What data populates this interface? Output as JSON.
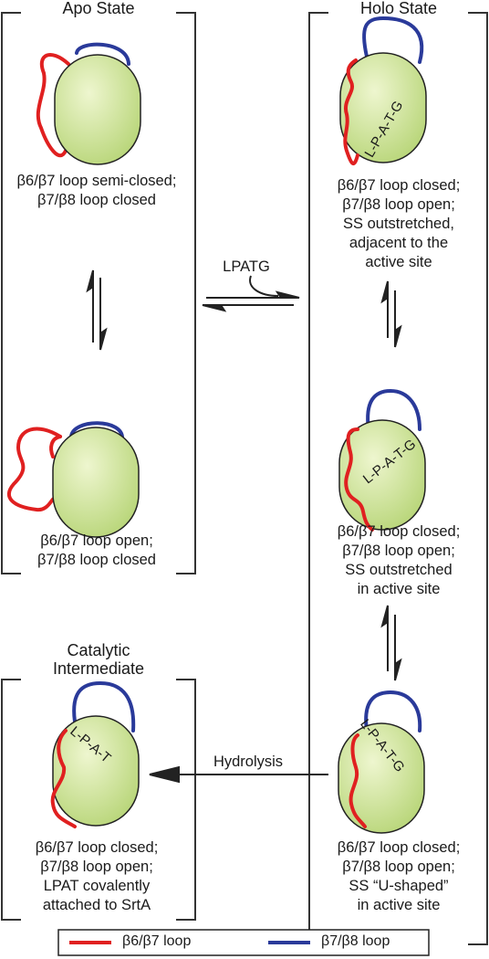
{
  "titles": {
    "apo": "Apo State",
    "holo": "Holo State",
    "catalytic": "Catalytic\nIntermediate"
  },
  "captions": {
    "apo1": "β6/β7 loop semi-closed;\nβ7/β8 loop closed",
    "apo2": "β6/β7 loop open;\nβ7/β8 loop closed",
    "holo1": "β6/β7 loop closed;\nβ7/β8 loop open;\nSS outstretched,\nadjacent to the\nactive site",
    "holo2": "β6/β7 loop closed;\nβ7/β8 loop open;\nSS outstretched\nin active site",
    "holo3": "β6/β7 loop closed;\nβ7/β8 loop open;\nSS “U-shaped”\nin active site",
    "catalytic": "β6/β7 loop closed;\nβ7/β8 loop open;\nLPAT covalently\nattached to SrtA"
  },
  "substrate_labels": {
    "holo1": "L-P-A-T-G",
    "holo2": "L-P-A-T-G",
    "holo3": "L-P-A-T-G",
    "catalytic": "L-P-A-T"
  },
  "arrows": {
    "lpatg": "LPATG",
    "hydrolysis": "Hydrolysis"
  },
  "legend": {
    "red_label": "β6/β7 loop",
    "blue_label": "β7/β8 loop"
  },
  "colors": {
    "body_fill": "#cfe59a",
    "body_stroke": "#222222",
    "red_loop": "#e02020",
    "blue_loop": "#2a3a9a",
    "bracket": "#333333"
  }
}
